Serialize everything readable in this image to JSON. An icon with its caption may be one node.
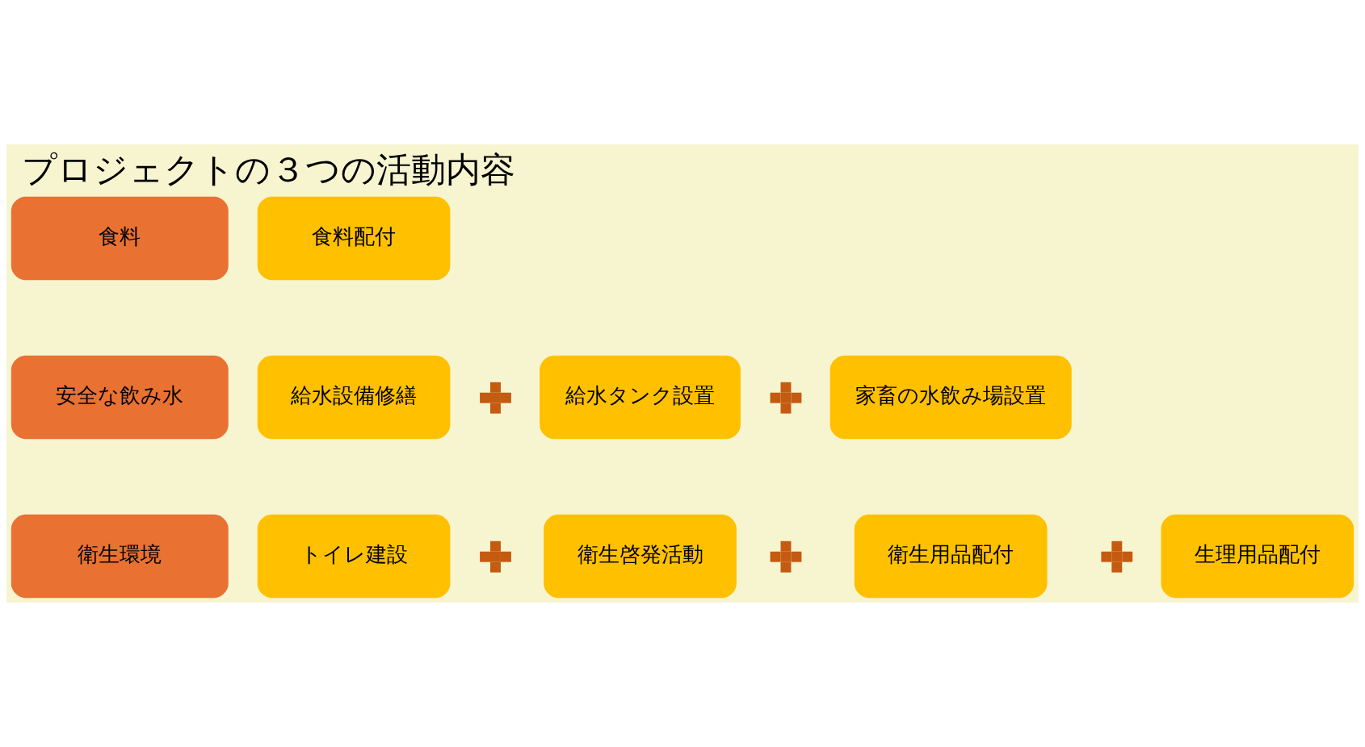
{
  "diagram": {
    "title": "プロジェクトの３つの活動内容",
    "nodes": [
      {
        "text": [
          "食料"
        ]
      },
      {
        "text": [
          "食料配付"
        ]
      },
      {
        "text": [
          "安全な飲み水"
        ]
      },
      {
        "text": [
          "給水設備修繕"
        ]
      },
      {
        "text": [],
        "shape": "plus"
      },
      {
        "text": [
          "給水タンク設置"
        ]
      },
      {
        "text": [],
        "shape": "plus"
      },
      {
        "text": [
          "家畜の水飲み場設置"
        ]
      },
      {
        "text": [
          "衛生環境"
        ]
      },
      {
        "text": [
          "トイレ建設"
        ]
      },
      {
        "text": [],
        "shape": "plus"
      },
      {
        "text": [
          "衛生啓発活動"
        ]
      },
      {
        "text": [],
        "shape": "plus"
      },
      {
        "text": [
          "衛生用品配付"
        ]
      },
      {
        "text": [],
        "shape": "plus"
      },
      {
        "text": [
          "生理用品配付"
        ]
      }
    ]
  }
}
